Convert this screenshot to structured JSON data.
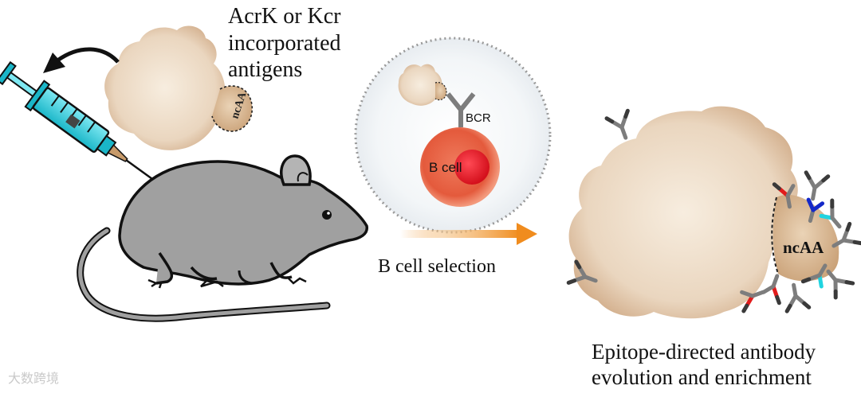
{
  "labels": {
    "antigen_caption": [
      "AcrK or Kcr",
      "incorporated",
      "antigens"
    ],
    "antigen_patch": "ncAA",
    "bcr": "BCR",
    "b_cell": "B cell",
    "selection_caption": "B cell selection",
    "enriched_patch": "ncAA",
    "evolution_caption": [
      "Epitope-directed antibody",
      "evolution and enrichment"
    ],
    "watermark": "大数跨境"
  },
  "colors": {
    "antigen_fill": "#e8d3bb",
    "antigen_center": "#f6ebde",
    "ncaa_patch": "#d9b88f",
    "mouse_body": "#a0a0a0",
    "syringe": "#2ec8d8",
    "b_cell": "#e4573c",
    "b_cell_nucleus": "#e8131f",
    "arrow_gradient_end": "#f08c1e",
    "antibody_gray": "#808080",
    "antibody_cyan": "#20d4e0",
    "antibody_red": "#e21b1b",
    "antibody_blue": "#1428c8"
  },
  "icons": [
    "syringe-icon",
    "mouse-icon",
    "curved-arrow-icon",
    "antibody-icon",
    "b-cell-icon",
    "gradient-arrow-icon"
  ]
}
